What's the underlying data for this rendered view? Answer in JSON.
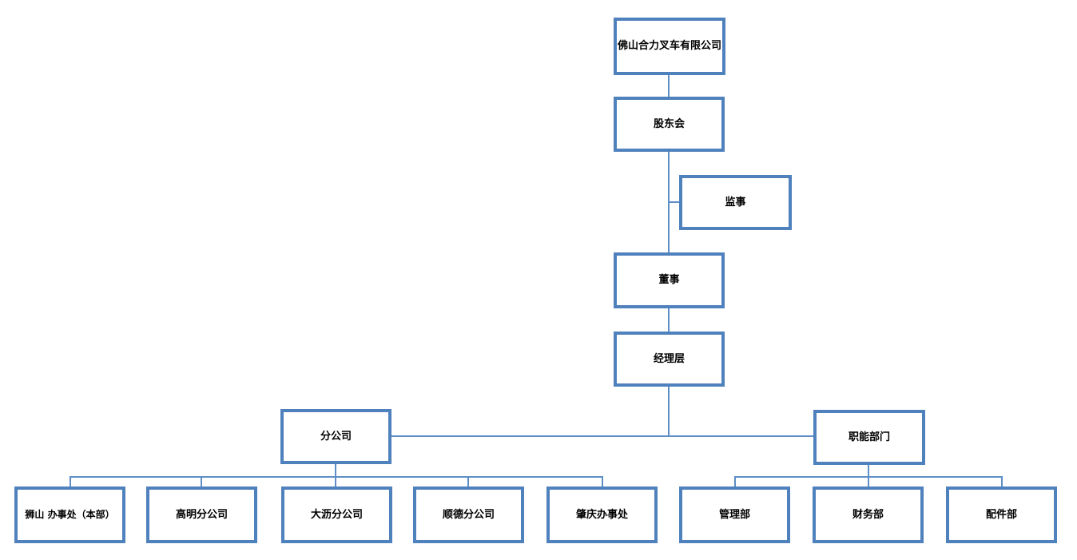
{
  "diagram": {
    "type": "org-chart",
    "colors": {
      "box_border": "#4f81bd",
      "connector": "#5d8ec6",
      "text": "#000000",
      "background": "#ffffff"
    },
    "nodes": {
      "company": {
        "label": "佛山合力叉车有限公司"
      },
      "shareholders": {
        "label": "股东会"
      },
      "supervisor": {
        "label": "监事"
      },
      "director": {
        "label": "董事"
      },
      "management": {
        "label": "经理层"
      },
      "branches": {
        "label": "分公司"
      },
      "functional": {
        "label": "职能部门"
      },
      "shishan": {
        "label": "狮山 办事处（本部）"
      },
      "gaoming": {
        "label": "高明分公司"
      },
      "dali": {
        "label": "大沥分公司"
      },
      "shunde": {
        "label": "顺德分公司"
      },
      "zhaoqing": {
        "label": "肇庆办事处"
      },
      "admin": {
        "label": "管理部"
      },
      "finance": {
        "label": "财务部"
      },
      "parts": {
        "label": "配件部"
      }
    },
    "edges": [
      {
        "from": "company",
        "to": "shareholders"
      },
      {
        "from": "shareholders",
        "to": "supervisor"
      },
      {
        "from": "shareholders",
        "to": "director"
      },
      {
        "from": "director",
        "to": "management"
      },
      {
        "from": "management",
        "to": "branches"
      },
      {
        "from": "management",
        "to": "functional"
      },
      {
        "from": "branches",
        "to": "shishan"
      },
      {
        "from": "branches",
        "to": "gaoming"
      },
      {
        "from": "branches",
        "to": "dali"
      },
      {
        "from": "branches",
        "to": "shunde"
      },
      {
        "from": "branches",
        "to": "zhaoqing"
      },
      {
        "from": "functional",
        "to": "admin"
      },
      {
        "from": "functional",
        "to": "finance"
      },
      {
        "from": "functional",
        "to": "parts"
      }
    ]
  }
}
